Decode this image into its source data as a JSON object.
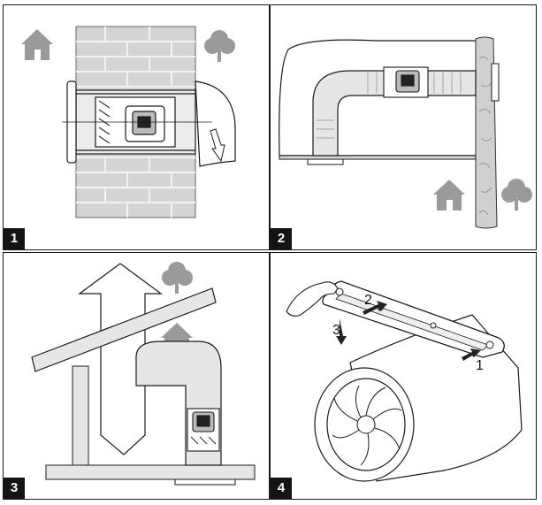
{
  "panels": [
    {
      "number": "1",
      "icons": [
        "house-icon",
        "tree-icon"
      ]
    },
    {
      "number": "2",
      "icons": [
        "house-icon",
        "tree-icon"
      ]
    },
    {
      "number": "3",
      "icons": [
        "tree-icon",
        "house-icon"
      ]
    },
    {
      "number": "4",
      "step_labels": [
        "1",
        "2",
        "3"
      ]
    }
  ],
  "colors": {
    "line": "#1a1a1a",
    "icon": "#9a9a9a",
    "wall": "#d4d4d4",
    "pipe": "#e6e6e6",
    "badge": "#141414"
  }
}
